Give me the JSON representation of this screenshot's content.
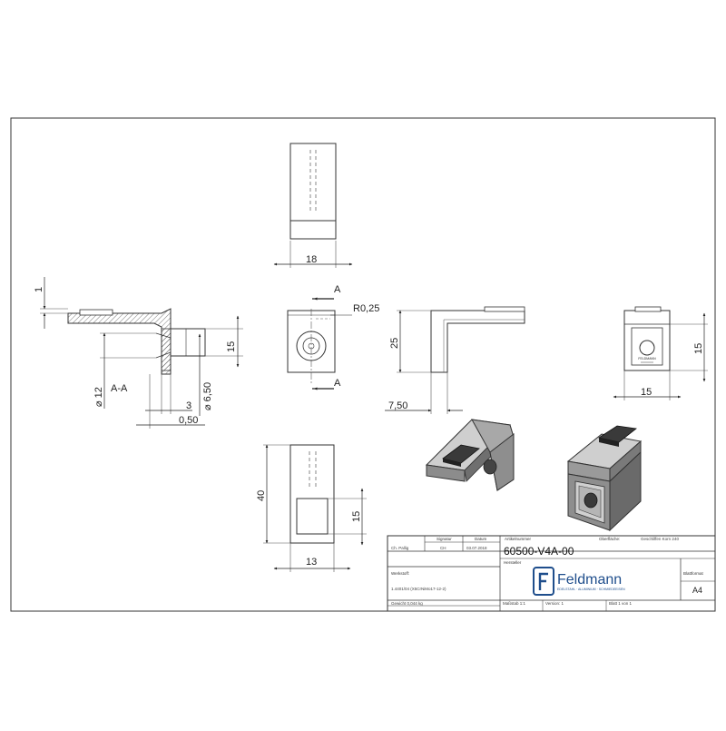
{
  "drawing": {
    "dimensions": {
      "top_width": "18",
      "height_40": "40",
      "pocket_15_front": "15",
      "bottom_width": "13",
      "section_1": "1",
      "section_15": "15",
      "section_dia12": "⌀ 12",
      "section_label": "A-A",
      "section_3": "3",
      "section_dia650": "⌀ 6,50",
      "section_050": "0,50",
      "radius": "R0,25",
      "cut_a_top": "A",
      "cut_a_bottom": "A",
      "side_25": "25",
      "side_750": "7,50",
      "right_15_v": "15",
      "right_15_h": "15"
    },
    "marking_text": "FELDMANN"
  },
  "title_block": {
    "erstellt_name": "Ch. Pallig",
    "signatur": "CH",
    "datum": "03.07.2018",
    "h_signatur": "Signatur",
    "h_datum": "Datum",
    "h_artikelnummer": "Artikelnummer",
    "artikelnummer": "60500-V4A-00",
    "oberflaeche_label": "Oberfläche:",
    "oberflaeche_value": "Geschliffen Korn 240",
    "werkstoff_label": "Werkstoff:",
    "werkstoff_value": "1.4401/04 (X5CrNiMo17-12-2)",
    "hersteller_label": "Hersteller",
    "logo_text": "Feldmann",
    "logo_sub": "EDELSTAHL · ALUMINIUM · SCHMIEDEEISEN",
    "blattformat_label": "Blattformat",
    "blattformat": "A4",
    "gewicht": "Gewicht 0,044 kg",
    "massstab": "Maßstab 1:1",
    "version": "Version: 1",
    "blatt": "Blatt 1 von 1"
  }
}
